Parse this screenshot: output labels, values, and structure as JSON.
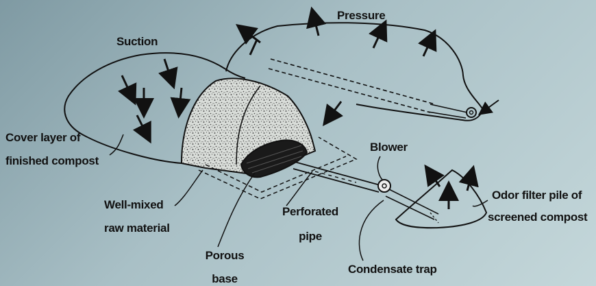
{
  "labels": {
    "pressure": "Pressure",
    "suction": "Suction",
    "cover_layer_line1": "Cover layer of",
    "cover_layer_line2": "finished compost",
    "well_mixed_line1": "Well-mixed",
    "well_mixed_line2": "raw material",
    "porous_line1": "Porous",
    "porous_line2": "base",
    "perforated_line1": "Perforated",
    "perforated_line2": "pipe",
    "blower": "Blower",
    "condensate_trap": "Condensate trap",
    "odor_filter_line1": "Odor filter pile of",
    "odor_filter_line2": "screened compost"
  }
}
